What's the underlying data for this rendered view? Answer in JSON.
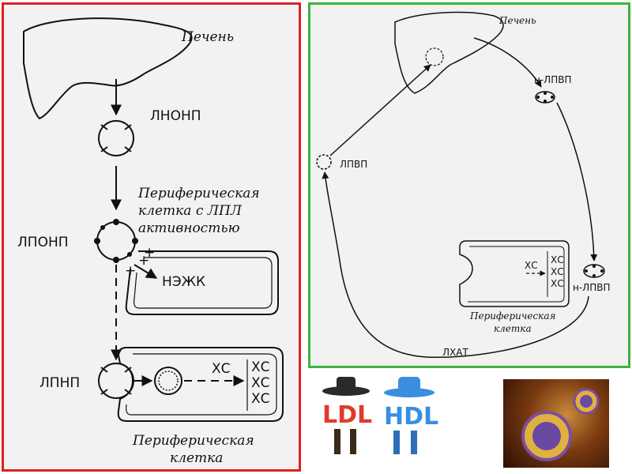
{
  "left_diagram": {
    "liver": "Печень",
    "vldl": "ЛНОНП",
    "peripheral_lpl": [
      "Периферическая",
      "клетка с ЛПЛ",
      "активностью"
    ],
    "idl": "ЛПОНП",
    "nefa": "НЭЖК",
    "ldl": "ЛПНП",
    "xc": "ХС",
    "xc_stack": [
      "ХС",
      "ХС",
      "ХС"
    ],
    "peripheral_cell": [
      "Периферическая",
      "клетка"
    ],
    "plus": "+"
  },
  "right_diagram": {
    "liver": "Печень",
    "n_hdl_top": "н-ЛПВП",
    "hdl": "ЛПВП",
    "xc": "ХС",
    "xc_stack": [
      "ХС",
      "ХС",
      "ХС"
    ],
    "n_hdl_bottom": "н-ЛПВП",
    "peripheral_cell": [
      "Периферическая",
      "клетка"
    ],
    "lcat": "ЛХАТ"
  },
  "cartoon": {
    "ldl_text": "LDL",
    "hdl_text": "HDL"
  },
  "colors": {
    "left_border": "#e02020",
    "right_border": "#3cb43c",
    "ldl_red": "#e23a2a",
    "hdl_blue": "#3a8ee0"
  }
}
